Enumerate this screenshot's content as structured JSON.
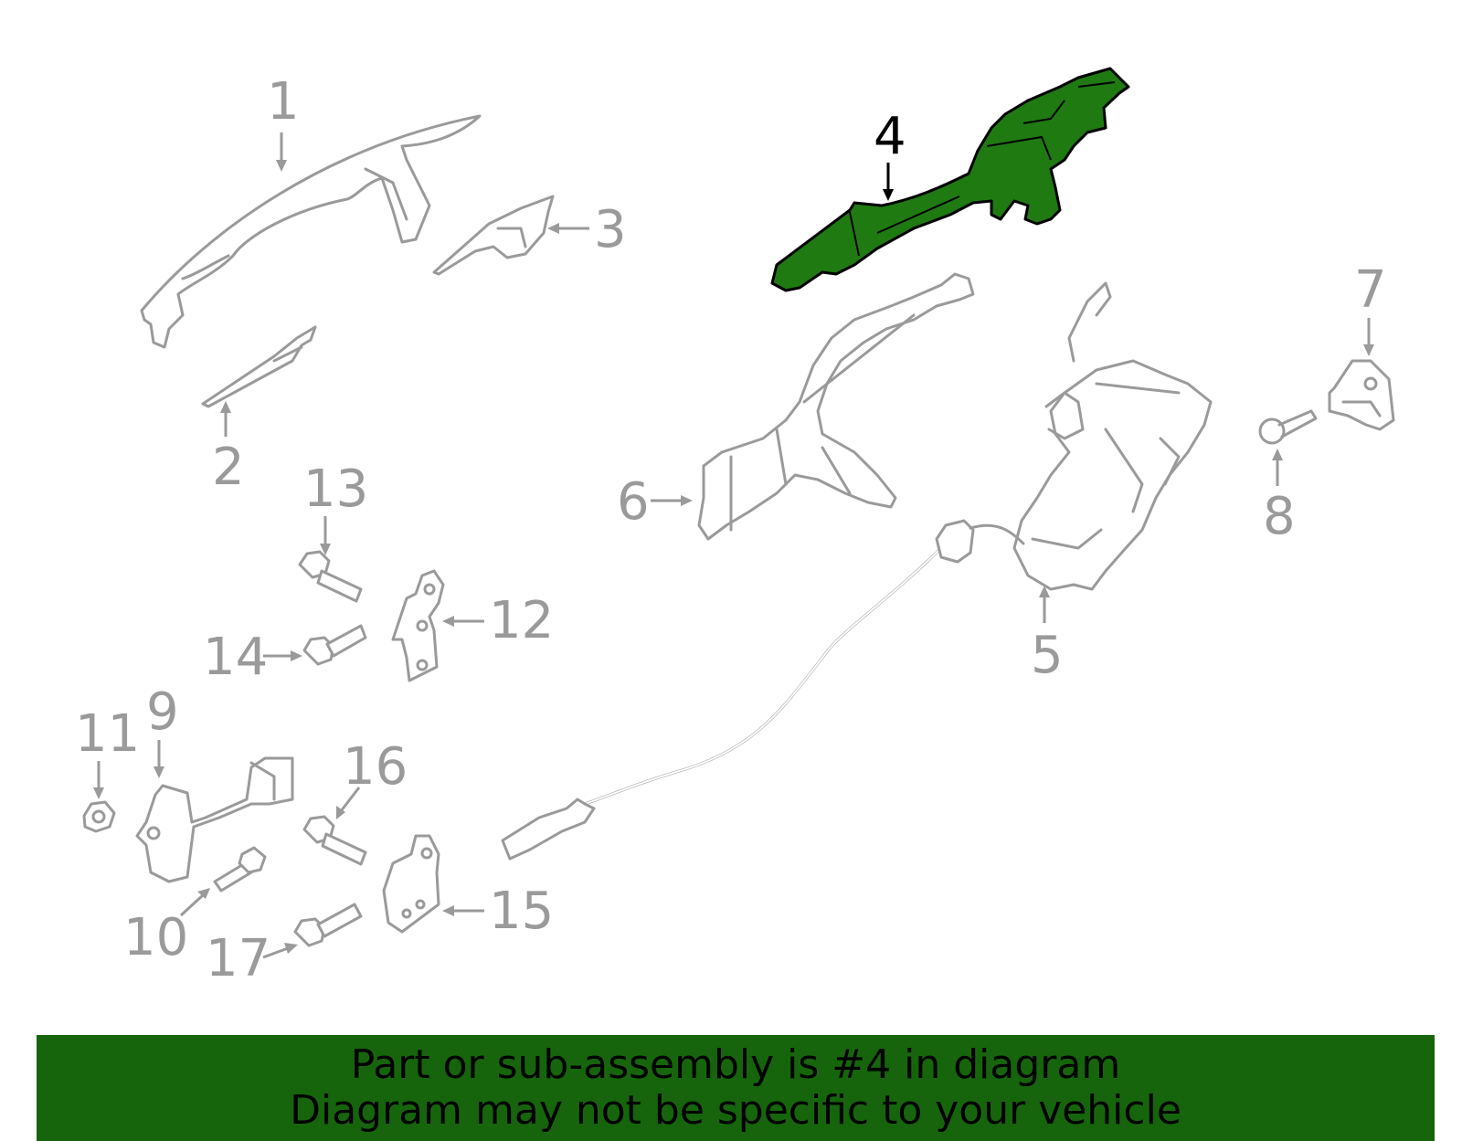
{
  "colors": {
    "highlight_fill": "#1f7a12",
    "banner_bg": "#16650c",
    "part_stroke": "#9a9a9a",
    "text_highlight": "#000000"
  },
  "highlighted_part": "4",
  "callouts": {
    "c1": "1",
    "c2": "2",
    "c3": "3",
    "c4": "4",
    "c5": "5",
    "c6": "6",
    "c7": "7",
    "c8": "8",
    "c9": "9",
    "c10": "10",
    "c11": "11",
    "c12": "12",
    "c13": "13",
    "c14": "14",
    "c15": "15",
    "c16": "16",
    "c17": "17"
  },
  "banner": {
    "line1": "Part or sub-assembly is #4 in diagram",
    "line2": "Diagram may not be specific to your vehicle"
  }
}
